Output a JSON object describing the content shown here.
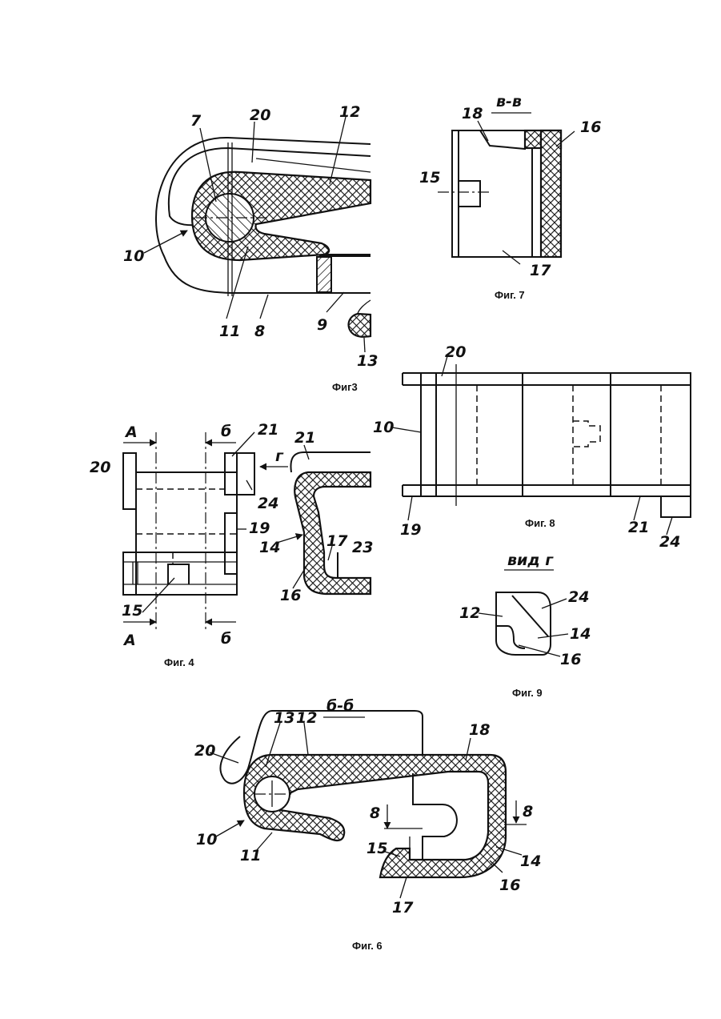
{
  "figures": {
    "fig3": {
      "caption": "Фиг3",
      "labels": [
        "7",
        "20",
        "12",
        "10",
        "11",
        "8",
        "9",
        "13"
      ]
    },
    "fig7": {
      "caption": "Фиг. 7",
      "section": "в-в",
      "labels": [
        "18",
        "16",
        "15",
        "17"
      ]
    },
    "fig8": {
      "caption": "Фиг. 8",
      "labels": [
        "20",
        "10",
        "19",
        "21",
        "24"
      ]
    },
    "fig4": {
      "caption": "Фиг. 4",
      "labels": [
        "А",
        "б",
        "21",
        "г",
        "20",
        "24",
        "19",
        "15",
        "А",
        "б"
      ]
    },
    "fig5_partial": {
      "labels": [
        "21",
        "14",
        "16",
        "17",
        "23"
      ]
    },
    "fig9": {
      "caption": "Фиг. 9",
      "view": "вид г",
      "labels": [
        "24",
        "12",
        "14",
        "16"
      ]
    },
    "fig6": {
      "caption": "Фиг. 6",
      "section": "б-б",
      "labels": [
        "13",
        "12",
        "18",
        "20",
        "8",
        "8",
        "10",
        "11",
        "15",
        "14",
        "16",
        "17"
      ]
    }
  }
}
